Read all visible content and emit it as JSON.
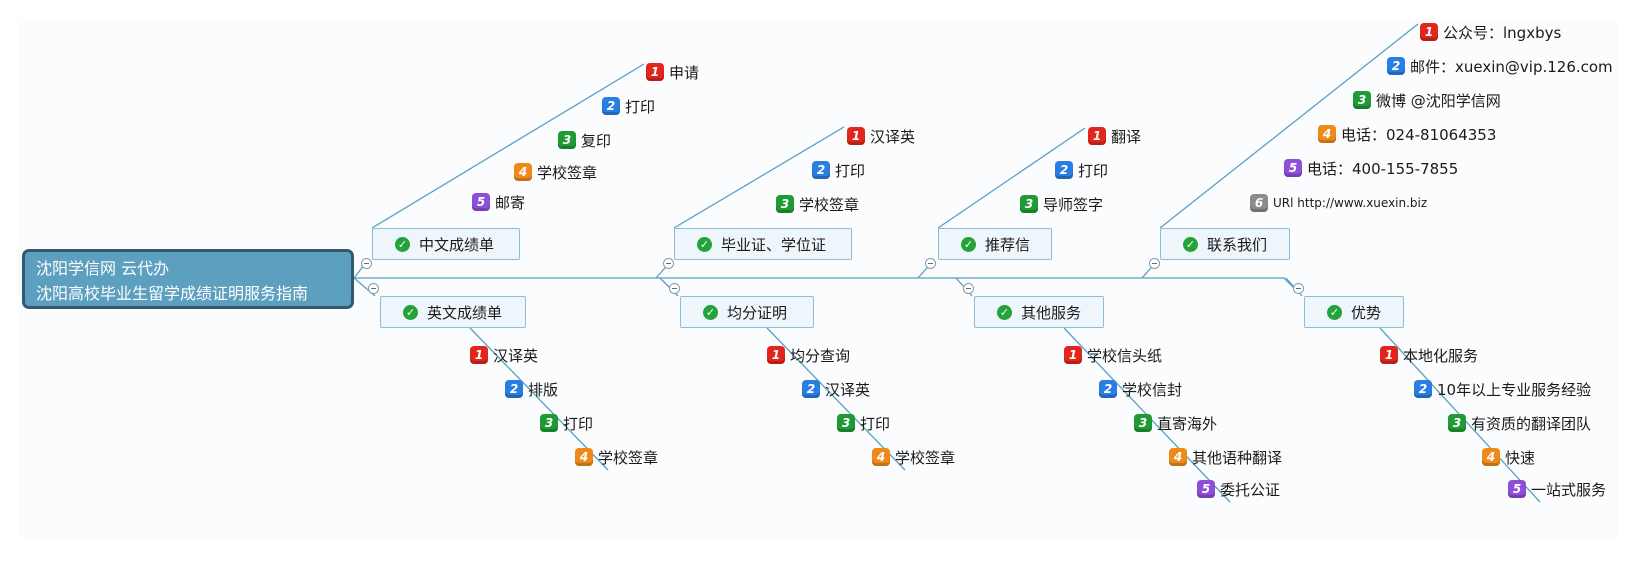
{
  "colors": {
    "branch_line": "#5a9fc2",
    "badge_1": "#e0261d",
    "badge_2": "#2a7de1",
    "badge_3": "#1f9a34",
    "badge_4": "#ef8a1a",
    "badge_5": "#8e4fd8",
    "badge_6": "#8c8c8c"
  },
  "central": {
    "line1": "沈阳学信网 云代办",
    "line2": "沈阳高校毕业生留学成绩证明服务指南"
  },
  "top_branches": [
    {
      "label": "中文成绩单",
      "items": [
        {
          "num": "1",
          "text": "申请"
        },
        {
          "num": "2",
          "text": "打印"
        },
        {
          "num": "3",
          "text": "复印"
        },
        {
          "num": "4",
          "text": "学校签章"
        },
        {
          "num": "5",
          "text": "邮寄"
        }
      ]
    },
    {
      "label": "毕业证、学位证",
      "items": [
        {
          "num": "1",
          "text": "汉译英"
        },
        {
          "num": "2",
          "text": "打印"
        },
        {
          "num": "3",
          "text": "学校签章"
        }
      ]
    },
    {
      "label": "推荐信",
      "items": [
        {
          "num": "1",
          "text": "翻译"
        },
        {
          "num": "2",
          "text": "打印"
        },
        {
          "num": "3",
          "text": "导师签字"
        }
      ]
    },
    {
      "label": "联系我们",
      "items": [
        {
          "num": "1",
          "text": "公众号：lngxbys"
        },
        {
          "num": "2",
          "text": "邮件：xuexin@vip.126.com"
        },
        {
          "num": "3",
          "text": "微博 @沈阳学信网"
        },
        {
          "num": "4",
          "text": "电话：024-81064353"
        },
        {
          "num": "5",
          "text": "电话：400-155-7855"
        },
        {
          "num": "6",
          "text": "URl http://www.xuexin.biz"
        }
      ]
    }
  ],
  "bottom_branches": [
    {
      "label": "英文成绩单",
      "items": [
        {
          "num": "1",
          "text": "汉译英"
        },
        {
          "num": "2",
          "text": "排版"
        },
        {
          "num": "3",
          "text": "打印"
        },
        {
          "num": "4",
          "text": "学校签章"
        }
      ]
    },
    {
      "label": "均分证明",
      "items": [
        {
          "num": "1",
          "text": "均分查询"
        },
        {
          "num": "2",
          "text": "汉译英"
        },
        {
          "num": "3",
          "text": "打印"
        },
        {
          "num": "4",
          "text": "学校签章"
        }
      ]
    },
    {
      "label": "其他服务",
      "items": [
        {
          "num": "1",
          "text": "学校信头纸"
        },
        {
          "num": "2",
          "text": "学校信封"
        },
        {
          "num": "3",
          "text": "直寄海外"
        },
        {
          "num": "4",
          "text": "其他语种翻译"
        },
        {
          "num": "5",
          "text": "委托公证"
        }
      ]
    },
    {
      "label": "优势",
      "items": [
        {
          "num": "1",
          "text": "本地化服务"
        },
        {
          "num": "2",
          "text": "10年以上专业服务经验"
        },
        {
          "num": "3",
          "text": "有资质的翻译团队"
        },
        {
          "num": "4",
          "text": "快速"
        },
        {
          "num": "5",
          "text": "一站式服务"
        }
      ]
    }
  ]
}
